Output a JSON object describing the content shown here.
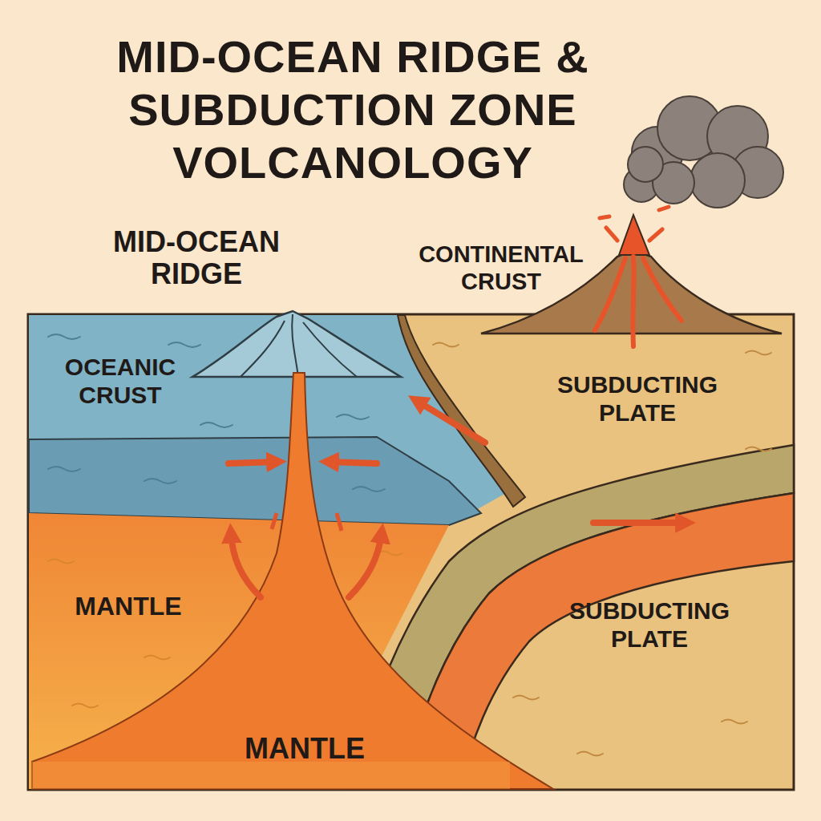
{
  "diagram": {
    "title": "MID-OCEAN RIDGE & SUBDUCTION ZONE VOLCANOLOGY",
    "labels": [
      "MID-OCEAN RIDGE",
      "CONTINENTAL CRUST",
      "OCEANIC CRUST",
      "SUBDUCTING PLATE",
      "MANTLE",
      "SUBDUCTING PLATE",
      "MANTLE"
    ]
  }
}
